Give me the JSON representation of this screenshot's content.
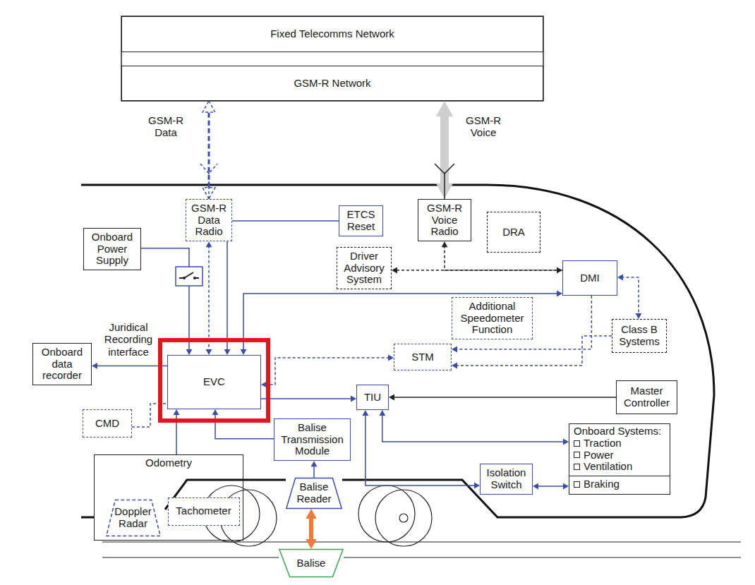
{
  "diagram": {
    "nodes": [
      {
        "text": [
          "Fixed Telecomms Network"
        ]
      },
      {
        "text": [
          "GSM-R Network"
        ]
      },
      {
        "text": [
          "GSM-R Data Radio"
        ]
      },
      {
        "text": [
          "ETCS Reset"
        ]
      },
      {
        "text": [
          "GSM-R Voice Radio"
        ]
      },
      {
        "text": [
          "DRA"
        ]
      },
      {
        "text": [
          "Onboard Power Supply"
        ]
      },
      {
        "text": [
          "Driver Advisory System"
        ]
      },
      {
        "text": [
          "DMI"
        ]
      },
      {
        "text": [
          "Additional Speedometer Function"
        ]
      },
      {
        "text": [
          "Class B Systems"
        ]
      },
      {
        "text": [
          "Onboard data recorder"
        ]
      },
      {
        "text": [
          "EVC"
        ]
      },
      {
        "text": [
          "STM"
        ]
      },
      {
        "text": [
          "TIU"
        ]
      },
      {
        "text": [
          "Master Controller"
        ]
      },
      {
        "text": [
          "CMD"
        ]
      },
      {
        "text": [
          "Balise Transmission Module"
        ]
      },
      {
        "text": [
          "Onboard Systems:",
          "Traction",
          "Power",
          "Ventilation",
          "Braking"
        ]
      },
      {
        "text": [
          "Odometry"
        ]
      },
      {
        "text": [
          "Doppler Radar"
        ],
        "in": 19
      },
      {
        "text": [
          "Tachometer"
        ],
        "in": 19
      },
      {
        "text": [
          "Isolation Switch"
        ]
      },
      {
        "text": [
          "Balise Reader"
        ]
      },
      {
        "text": [
          "Balise"
        ]
      }
    ],
    "edges": [
      {
        "from": 2,
        "to": 1,
        "arrow": "both",
        "label": "GSM-R Data"
      },
      {
        "from": 4,
        "to": 1,
        "arrow": "both",
        "label": "GSM-R Voice"
      },
      {
        "from": 2,
        "to": 12,
        "arrow": "both"
      },
      {
        "from": 6,
        "to": 12,
        "arrow": "to"
      },
      {
        "from": 3,
        "to": 12,
        "arrow": "to"
      },
      {
        "from": 8,
        "to": 12,
        "arrow": "both"
      },
      {
        "from": 4,
        "to": 8,
        "arrow": "both"
      },
      {
        "from": 8,
        "to": 7,
        "arrow": "to"
      },
      {
        "from": 8,
        "to": 10,
        "arrow": "both"
      },
      {
        "from": 8,
        "to": 13,
        "arrow": "to"
      },
      {
        "from": 10,
        "to": 13,
        "arrow": "to"
      },
      {
        "from": 12,
        "to": 13,
        "arrow": "both"
      },
      {
        "from": 12,
        "to": 14,
        "arrow": "to"
      },
      {
        "from": 15,
        "to": 14,
        "arrow": "to"
      },
      {
        "from": 14,
        "to": 18,
        "arrow": "both"
      },
      {
        "from": 14,
        "to": 22,
        "arrow": "both"
      },
      {
        "from": 22,
        "to": 18,
        "arrow": "both"
      },
      {
        "from": 12,
        "to": 11,
        "arrow": "to",
        "label": "Juridical Recording interface"
      },
      {
        "from": 16,
        "to": 12,
        "arrow": "none"
      },
      {
        "from": 19,
        "to": 12,
        "arrow": "to"
      },
      {
        "from": 17,
        "to": 12,
        "arrow": "to"
      },
      {
        "from": 23,
        "to": 17,
        "arrow": "to"
      },
      {
        "from": 24,
        "to": 23,
        "arrow": "both"
      }
    ]
  }
}
